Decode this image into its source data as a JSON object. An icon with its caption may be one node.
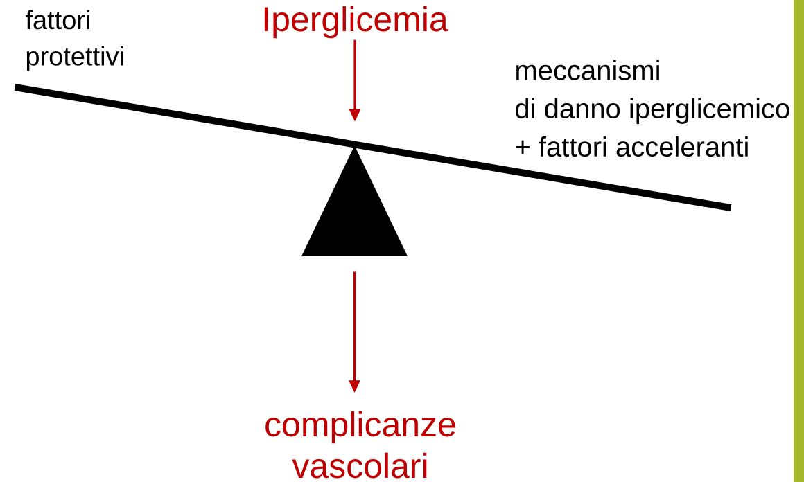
{
  "diagram": {
    "nodes": [
      {
        "text": [
          "Iperglicemia"
        ]
      },
      {
        "text": [],
        "shape": "bar"
      },
      {
        "text": [],
        "shape": "triangle"
      },
      {
        "text": [
          "complicanze vascolari"
        ]
      }
    ],
    "edges": [
      {
        "from": 0,
        "to": 1,
        "arrow": "to"
      },
      {
        "from": 2,
        "to": 3,
        "arrow": "to"
      }
    ],
    "labels": [
      "fattori protettivi",
      "meccanismi di danno iperglicemico + fattori acceleranti"
    ]
  }
}
